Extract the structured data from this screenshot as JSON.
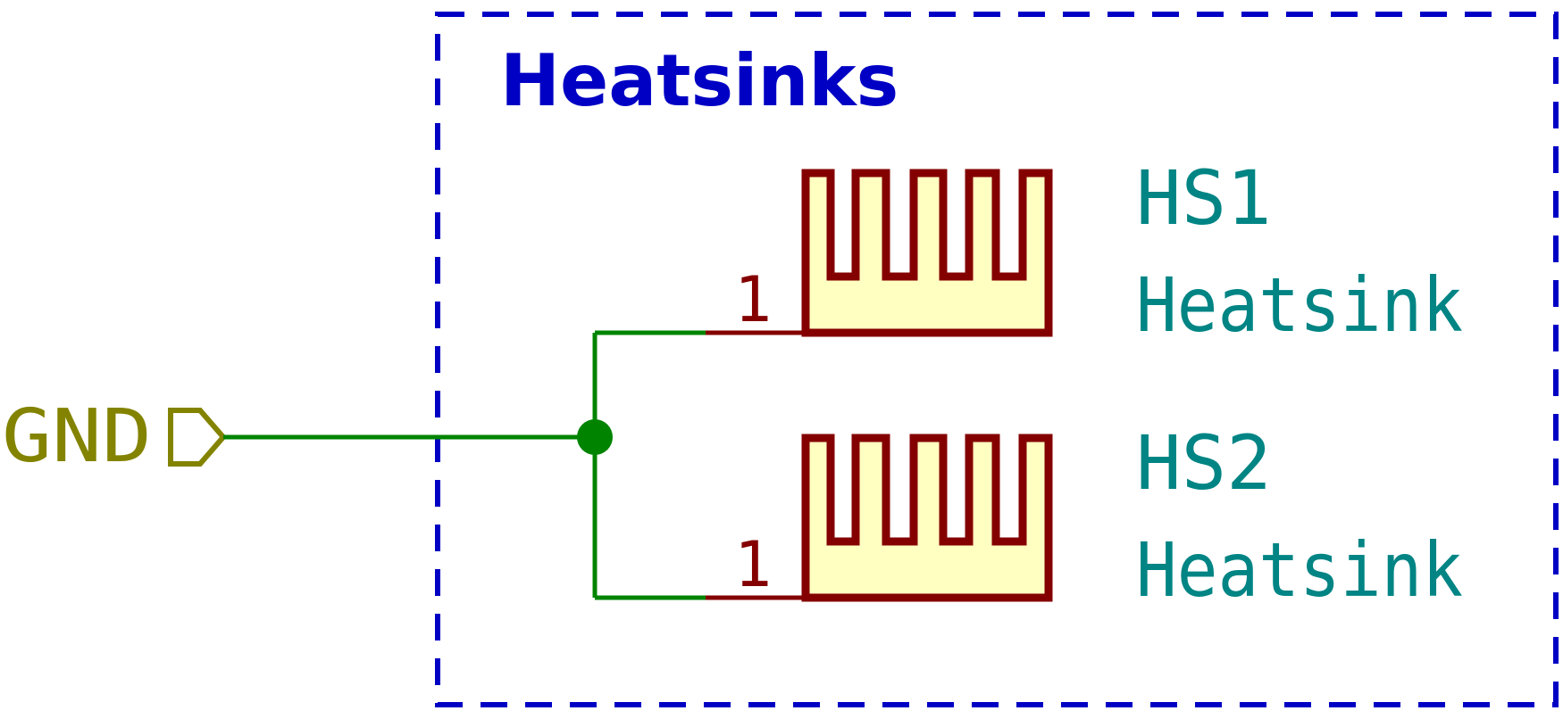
{
  "group": {
    "title": "Heatsinks"
  },
  "net": {
    "label": "GND"
  },
  "components": [
    {
      "reference": "HS1",
      "value": "Heatsink",
      "pin_number": "1"
    },
    {
      "reference": "HS2",
      "value": "Heatsink",
      "pin_number": "1"
    }
  ],
  "colors": {
    "group_border": "#0000c4",
    "group_title": "#0000c4",
    "net_label": "#838300",
    "wire": "#008400",
    "junction": "#008400",
    "symbol_outline": "#840000",
    "symbol_fill": "#ffffc2",
    "pin": "#840000",
    "pin_number": "#840000",
    "reference_text": "#008484",
    "value_text": "#008484",
    "background": "#ffffff"
  }
}
